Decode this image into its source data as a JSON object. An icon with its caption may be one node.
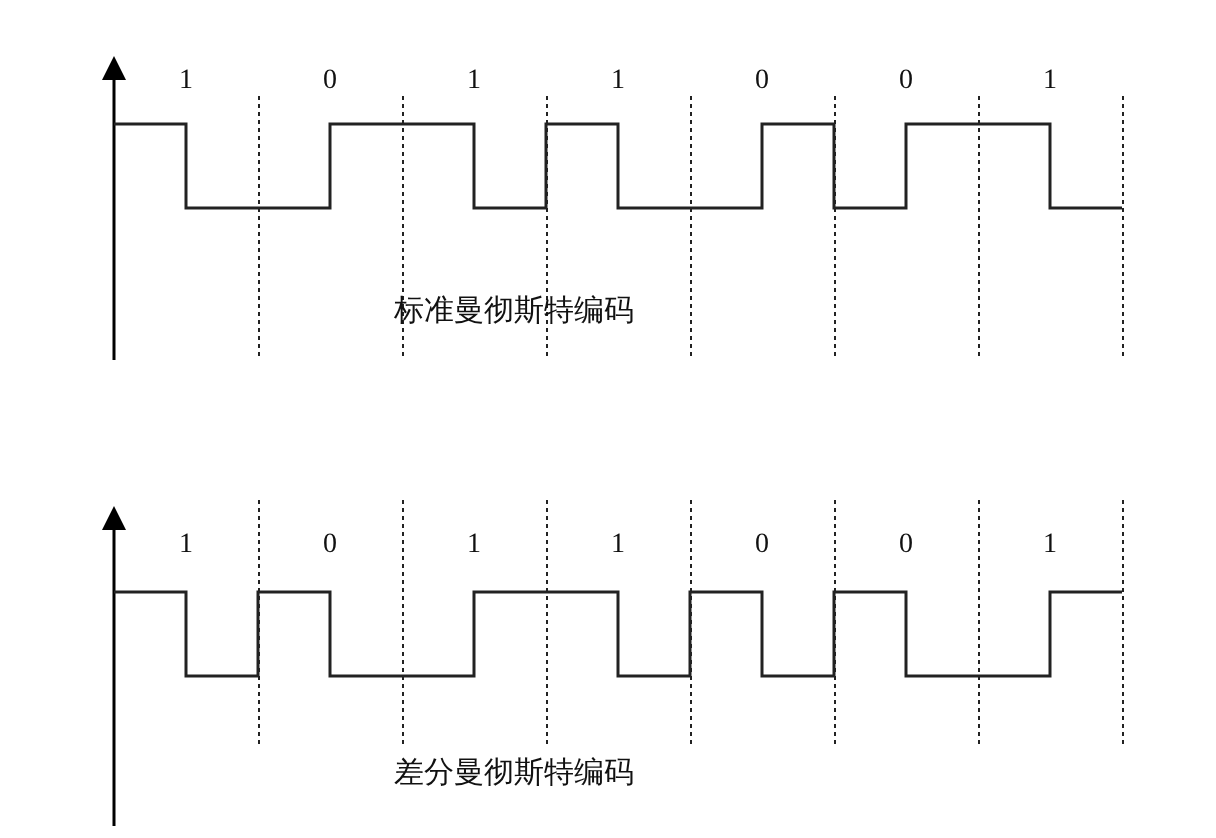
{
  "diagram": {
    "labels": [
      "1",
      "0",
      "1",
      "1",
      "0",
      "0",
      "1",
      "标准曼彻斯特编码",
      "1",
      "0",
      "1",
      "1",
      "0",
      "0",
      "1",
      "差分曼彻斯特编码"
    ]
  }
}
